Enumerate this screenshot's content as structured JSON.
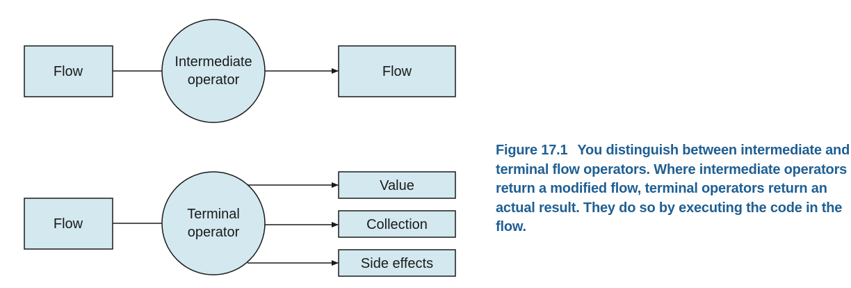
{
  "diagram": {
    "top": {
      "source_label": "Flow",
      "operator_label": [
        "Intermediate",
        "operator"
      ],
      "target_label": "Flow"
    },
    "bottom": {
      "source_label": "Flow",
      "operator_label": [
        "Terminal",
        "operator"
      ],
      "outputs": [
        "Value",
        "Collection",
        "Side effects"
      ]
    }
  },
  "caption": {
    "number": "Figure 17.1",
    "text": "You distinguish between intermediate and terminal flow operators. Where intermediate operators return a modified flow, terminal operators return an actual result. They do so by executing the code in the flow."
  },
  "colors": {
    "node_fill": "#d3e8ef",
    "stroke": "#1a1a1a",
    "caption": "#1f5f93"
  }
}
